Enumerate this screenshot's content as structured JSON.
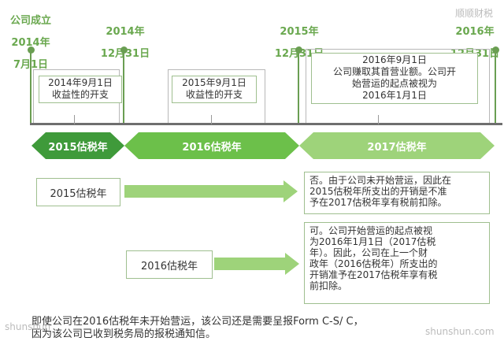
{
  "timeline": {
    "dates": [
      {
        "line1": "公司成立",
        "line2": "2014年",
        "line3": "7月1日"
      },
      {
        "line1": "",
        "line2": "2014年",
        "line3": "12月31日"
      },
      {
        "line1": "",
        "line2": "2015年",
        "line3": "12月31日"
      },
      {
        "line1": "",
        "line2": "2016年",
        "line3": "12月31日"
      }
    ],
    "events": [
      "2014年9月1日\n收益性的开支",
      "2015年9月1日\n收益性的开支",
      "2016年9月1日\n公司赚取其首营业额。公司开\n始营运的起点被视为\n2016年1月1日"
    ],
    "bands": [
      "2015估税年",
      "2016估税年",
      "2017估税年"
    ]
  },
  "rows": [
    {
      "label": "2015估税年",
      "result": "否。由于公司未开始营运，因此在\n2015估税年所支出的开销是不准\n予在2017估税年享有税前扣除。"
    },
    {
      "label": "2016估税年",
      "result": "可。公司开始营运的起点被视\n为2016年1月1日（2017估税\n年）。因此，公司在上一个财\n政年（2016估税年）所支出的\n开销准予在2017估税年享有税\n前扣除。"
    }
  ],
  "footer": {
    "line1": "即使公司在2016估税年未开始营运，该公司还是需要呈报Form C-S/ C，",
    "line2": "因为该公司已收到税务局的报税通知信。"
  },
  "watermarks": [
    "顺顺财税",
    "shunshun",
    "shunshun.com"
  ],
  "colors": {
    "green_dark": "#3f9a3a",
    "green_mid": "#6cc04a",
    "green_light": "#9ed37a",
    "pin": "#6a9e52"
  }
}
